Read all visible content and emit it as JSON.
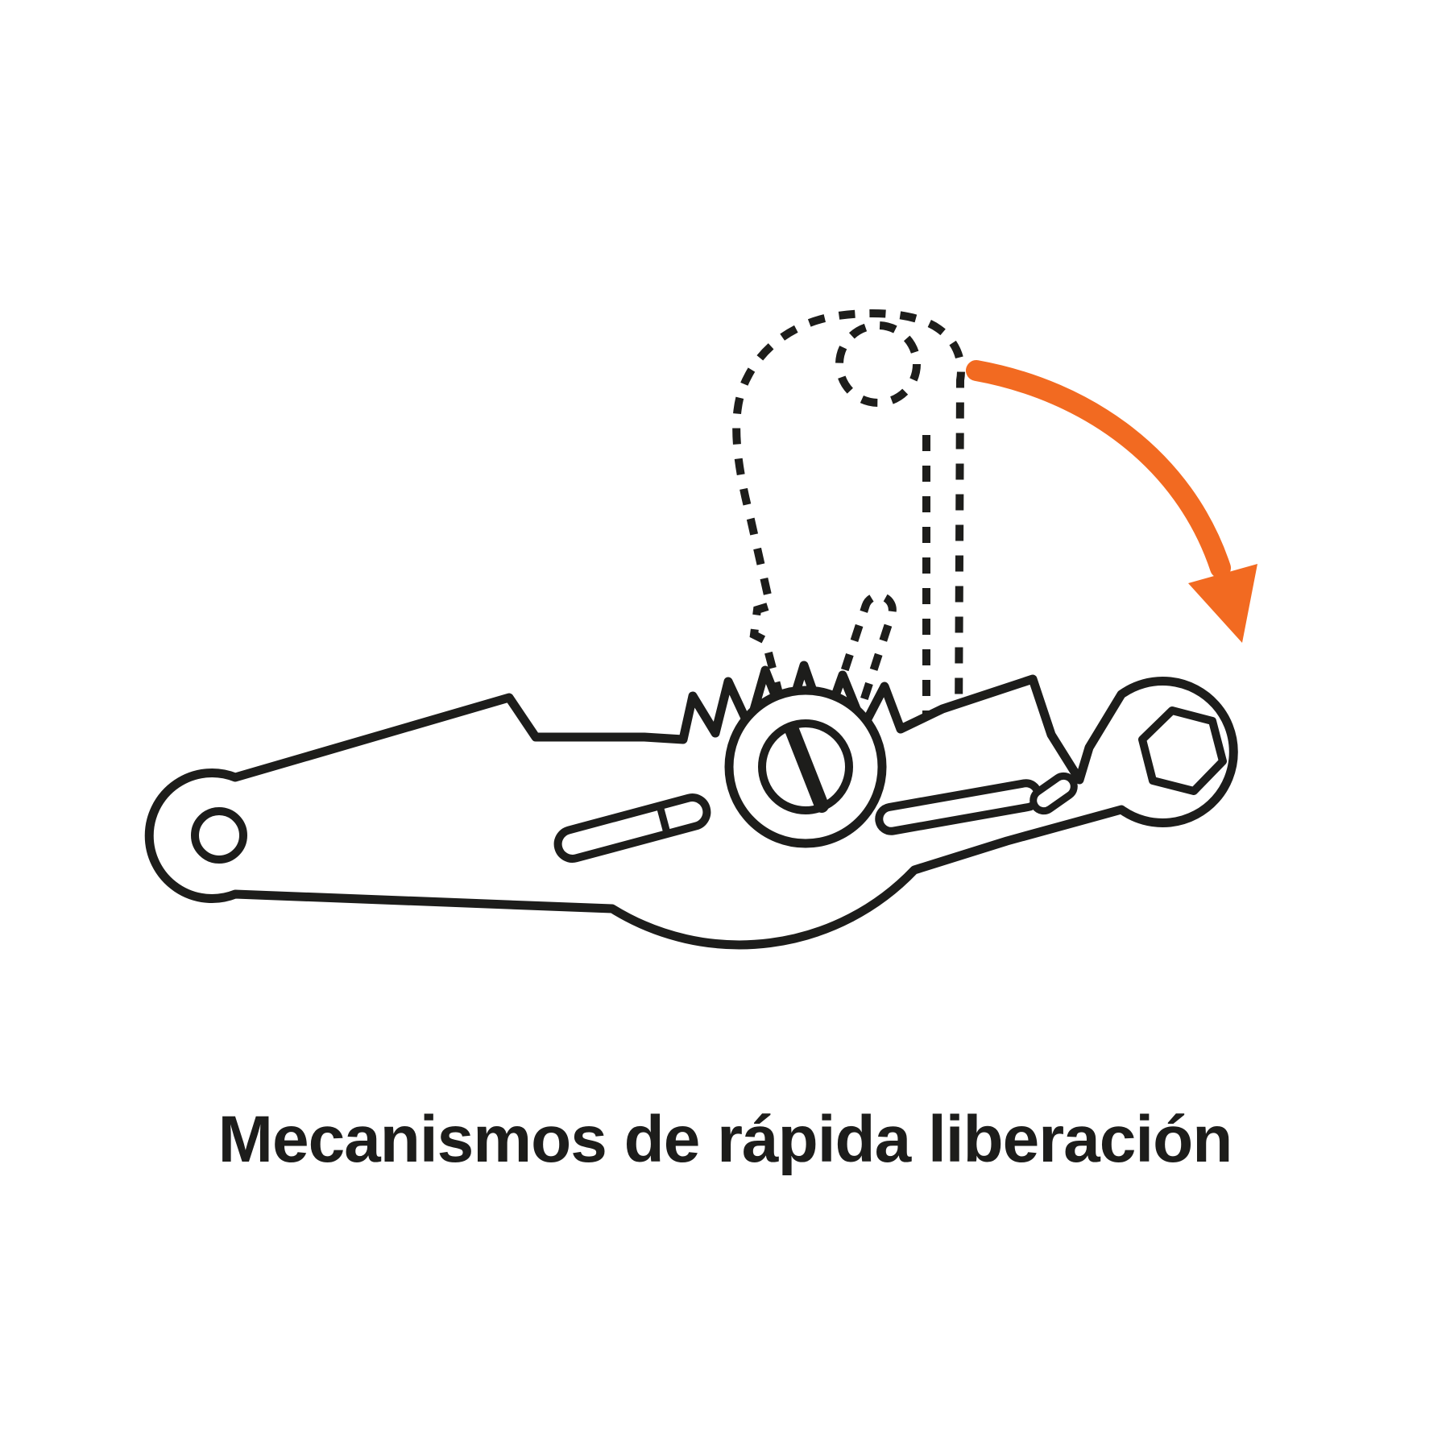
{
  "caption": {
    "text": "Mecanismos de rápida liberación"
  },
  "colors": {
    "accent": "#F26A21",
    "line": "#1D1D1B",
    "background": "#FFFFFF"
  },
  "illustration": {
    "label": "ratchet-tie-down-quick-release",
    "elements": [
      "dashed-handle-outline",
      "handle-hole",
      "pawl-outline",
      "motion-arrow",
      "ratchet-body",
      "gear-teeth",
      "axle-hub",
      "screw-slot",
      "left-end-hole",
      "left-strap-slot",
      "right-strap-slot",
      "hex-socket"
    ]
  }
}
